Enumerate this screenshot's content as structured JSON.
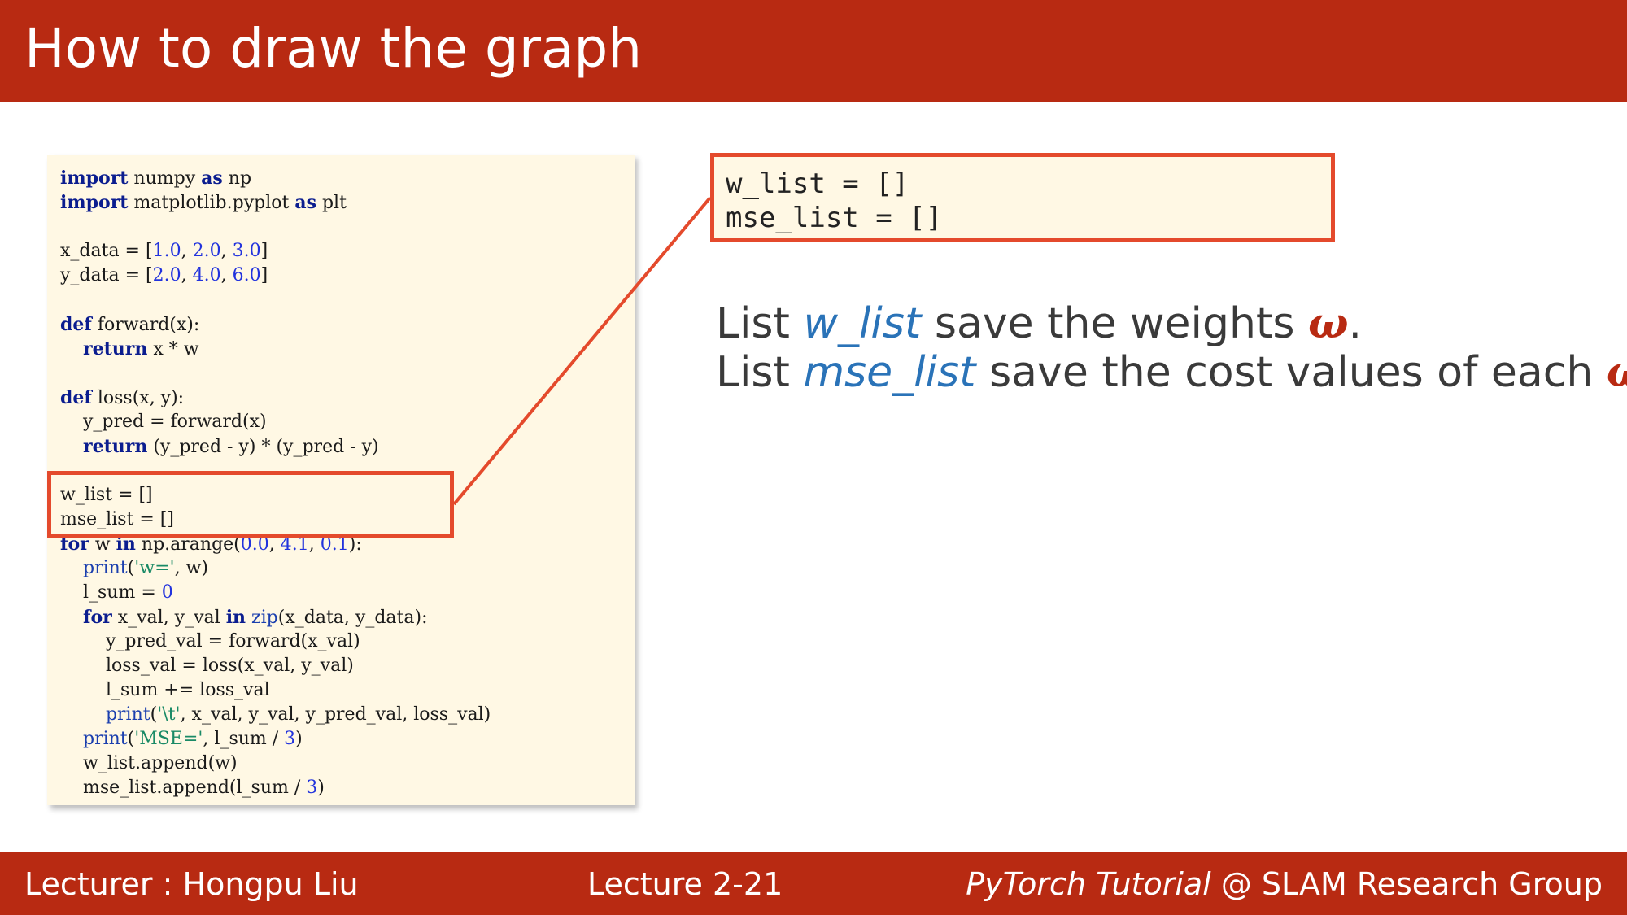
{
  "header": {
    "title": "How to draw the graph"
  },
  "code": {
    "l1_kw": "import",
    "l1_rest": " numpy ",
    "l1_kw2": "as",
    "l1_rest2": " np",
    "l2_kw": "import",
    "l2_rest": " matplotlib.pyplot ",
    "l2_kw2": "as",
    "l2_rest2": " plt",
    "l3_a": "x_data = [",
    "l3_n1": "1.0",
    "l3_n2": "2.0",
    "l3_n3": "3.0",
    "l3_b": "]",
    "l4_a": "y_data = [",
    "l4_n1": "2.0",
    "l4_n2": "4.0",
    "l4_n3": "6.0",
    "l4_b": "]",
    "l5_kw": "def",
    "l5_rest": " forward(x):",
    "l6_kw": "return",
    "l6_rest": " x * w",
    "l7_kw": "def",
    "l7_rest": " loss(x, y):",
    "l8": "y_pred = forward(x)",
    "l9_kw": "return",
    "l9_rest": " (y_pred - y) * (y_pred - y)",
    "l10": "w_list = []",
    "l11": "mse_list = []",
    "l12_kw": "for",
    "l12_a": " w ",
    "l12_kw2": "in",
    "l12_b": " np.arange(",
    "l12_n1": "0.0",
    "l12_n2": "4.1",
    "l12_n3": "0.1",
    "l12_c": "):",
    "l13_bi": "print",
    "l13_a": "(",
    "l13_s": "'w='",
    "l13_b": ", w)",
    "l14_a": "l_sum = ",
    "l14_n": "0",
    "l15_kw": "for",
    "l15_a": " x_val, y_val ",
    "l15_kw2": "in",
    "l15_bi": " zip",
    "l15_b": "(x_data, y_data):",
    "l16": "y_pred_val = forward(x_val)",
    "l17": "loss_val = loss(x_val, y_val)",
    "l18": "l_sum += loss_val",
    "l19_bi": "print",
    "l19_a": "(",
    "l19_s": "'\\t'",
    "l19_b": ", x_val, y_val, y_pred_val, loss_val)",
    "l20_bi": "print",
    "l20_a": "(",
    "l20_s": "'MSE='",
    "l20_b": ", l_sum / ",
    "l20_n": "3",
    "l20_c": ")",
    "l21": "w_list.append(w)",
    "l22_a": "mse_list.append(l_sum / ",
    "l22_n": "3",
    "l22_b": ")"
  },
  "zoom": {
    "line1": "w_list = []",
    "line2": "mse_list = []"
  },
  "description": {
    "line1_a": "List ",
    "line1_var": "w_list",
    "line1_b": " save the weights ",
    "line1_omega": "ω",
    "line1_end": ".",
    "line2_a": "List ",
    "line2_var": "mse_list",
    "line2_b": " save the cost values of each ",
    "line2_omega": "ω",
    "line2_end": "."
  },
  "footer": {
    "lecturer": "Lecturer : Hongpu Liu",
    "lecture": "Lecture 2-21",
    "course_italic": "PyTorch Tutorial",
    "course_rest": " @ SLAM Research Group"
  },
  "colors": {
    "brand": "#b82a12",
    "highlight_border": "#e44a2c",
    "code_bg": "#fff8e4",
    "var_blue": "#2a73b8"
  }
}
